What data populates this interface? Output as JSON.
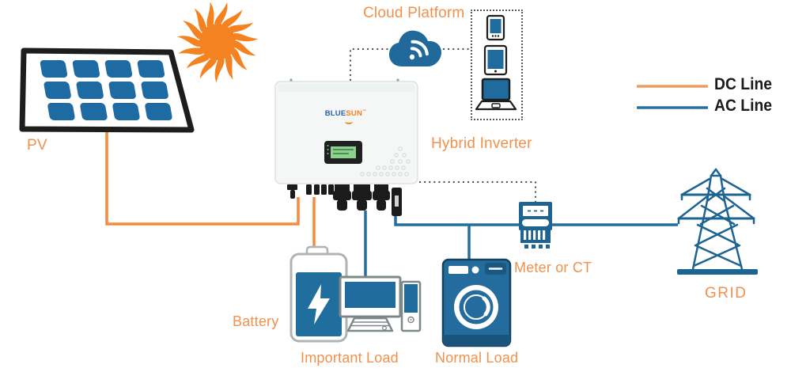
{
  "labels": {
    "pv": "PV",
    "cloud_platform": "Cloud Platform",
    "hybrid_inverter": "Hybrid Inverter",
    "battery": "Battery",
    "important_load": "Important Load",
    "normal_load": "Normal Load",
    "meter_or_ct": "Meter or CT",
    "grid": "GRID"
  },
  "inverter_brand": {
    "blue": "BLUE",
    "orange": "SUN",
    "tm": "™"
  },
  "legend": {
    "items": [
      {
        "label": "DC Line",
        "color": "#F09A62"
      },
      {
        "label": "AC Line",
        "color": "#27709F"
      }
    ]
  },
  "colors": {
    "dc_line": "#F58B3E",
    "ac_line": "#256E9C",
    "label_orange": "#F0914C",
    "icon_blue": "#1F6B9D",
    "sun_orange": "#F58220",
    "outline_dark": "#1D1D1B",
    "dashed_gray": "#4A4A4A"
  }
}
